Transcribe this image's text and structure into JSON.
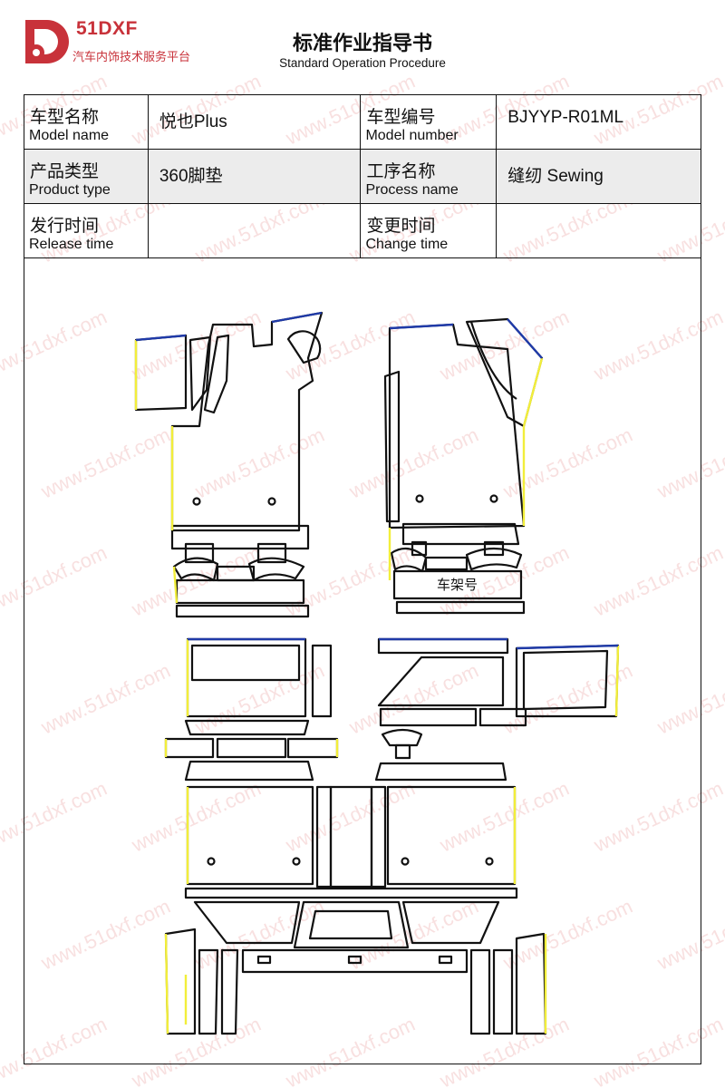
{
  "logo": {
    "brand": "51DXF",
    "tagline": "汽车内饰技术服务平台"
  },
  "header": {
    "title": "标准作业指导书",
    "subtitle": "Standard Operation Procedure"
  },
  "info_table": {
    "model_name": {
      "label_cn": "车型名称",
      "label_en": "Model name",
      "value": "悦也Plus"
    },
    "model_number": {
      "label_cn": "车型编号",
      "label_en": "Model number",
      "value": "BJYYP-R01ML"
    },
    "product_type": {
      "label_cn": "产品类型",
      "label_en": "Product type",
      "value": "360脚垫"
    },
    "process_name": {
      "label_cn": "工序名称",
      "label_en": "Process name",
      "value": "缝纫 Sewing"
    },
    "release_time": {
      "label_cn": "发行时间",
      "label_en": "Release time",
      "value": ""
    },
    "change_time": {
      "label_cn": "变更时间",
      "label_en": "Change time",
      "value": ""
    }
  },
  "drawing": {
    "frame_label": "车架号",
    "outline_color": "#111111",
    "edge_yellow": "#f2ee3a",
    "edge_blue": "#1f3aa8"
  },
  "watermark": {
    "text": "www.51dxf.com"
  },
  "colors": {
    "brand": "#c8323a",
    "shade": "#ececec"
  }
}
